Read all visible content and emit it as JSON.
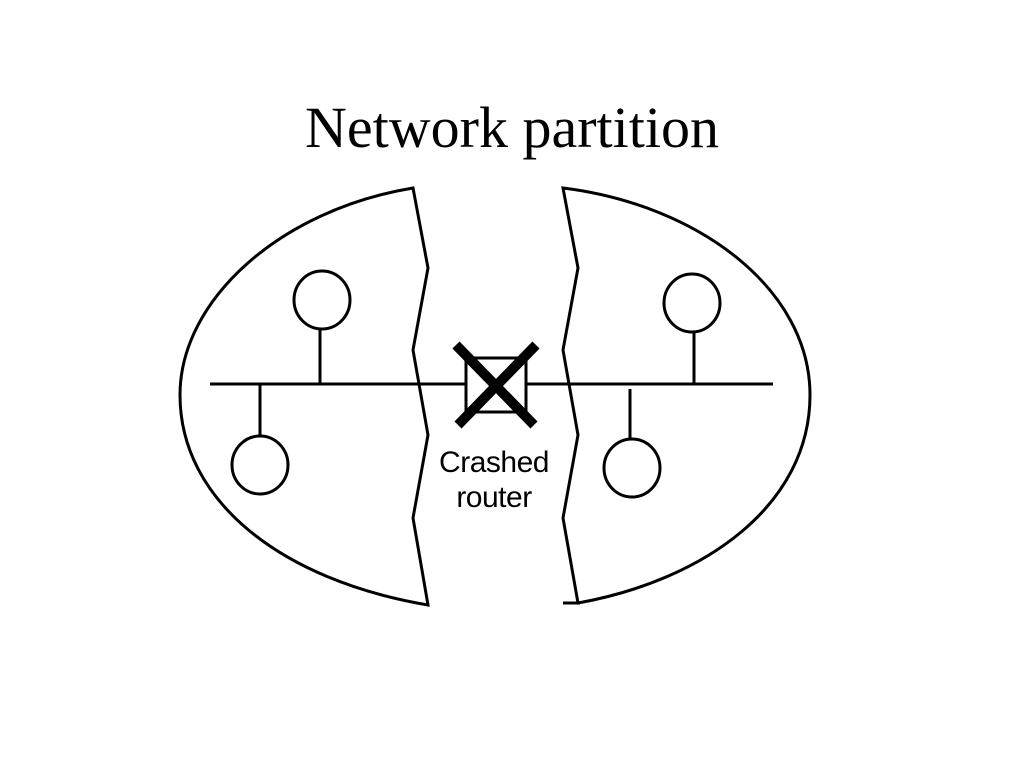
{
  "slide": {
    "title": "Network partition"
  },
  "diagram": {
    "router_label_line1": "Crashed",
    "router_label_line2": "router",
    "colors": {
      "stroke": "#000000",
      "background": "#ffffff"
    }
  }
}
